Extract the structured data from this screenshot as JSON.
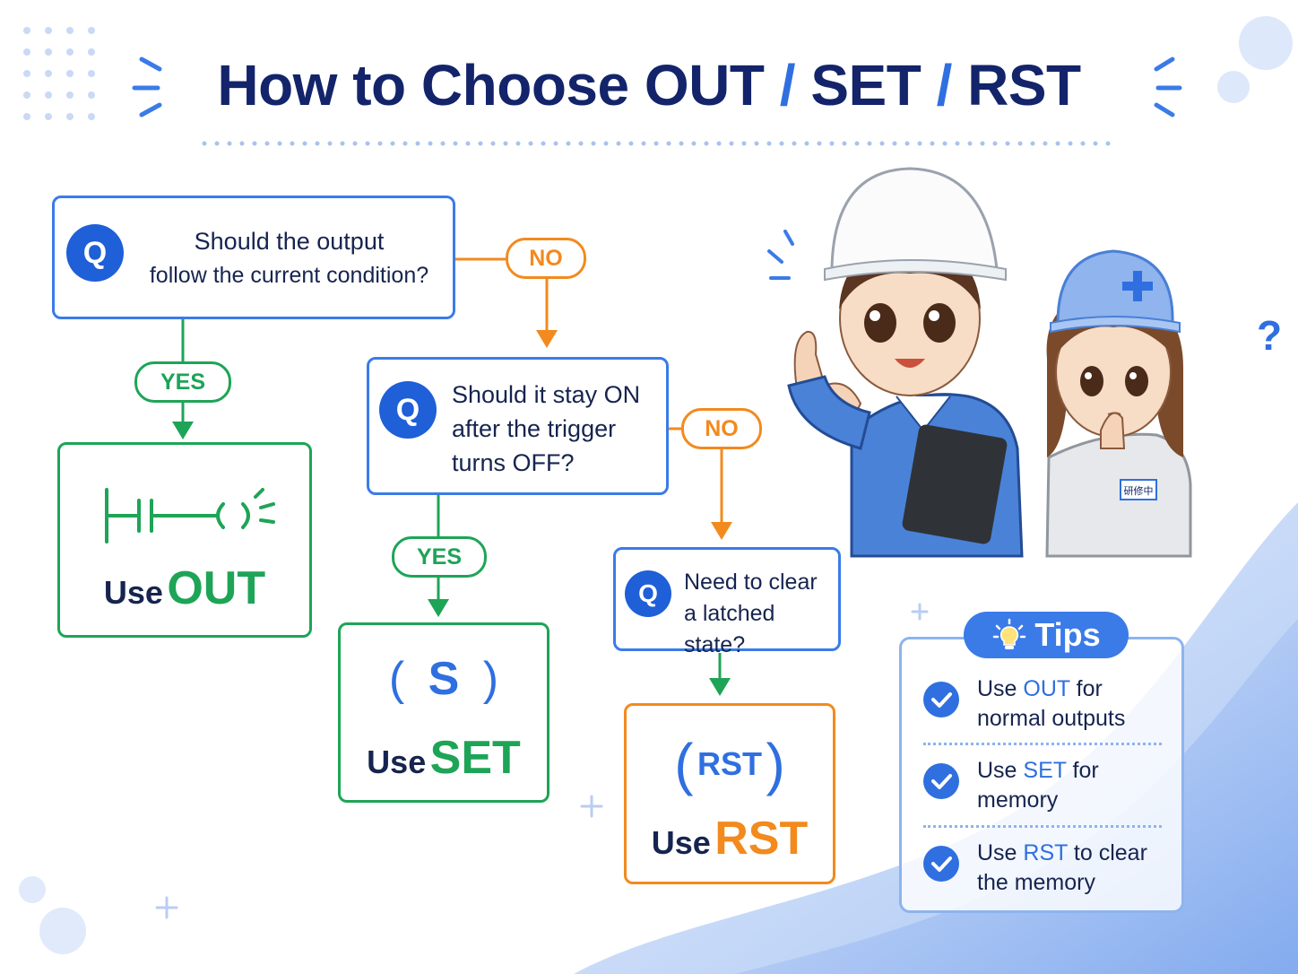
{
  "title": {
    "part1": "How to Choose OUT",
    "sep1": "/",
    "part2": "SET",
    "sep2": "/",
    "part3": "RST"
  },
  "q1": {
    "icon": "Q",
    "line1": "Should the output",
    "line2": "follow the current condition?"
  },
  "q2": {
    "icon": "Q",
    "line1": "Should it stay ON",
    "line2": "after the trigger",
    "line3": "turns OFF?"
  },
  "q3": {
    "icon": "Q",
    "line1": "Need to clear",
    "line2": "a latched state?"
  },
  "labels": {
    "yes1": "YES",
    "no1": "NO",
    "yes2": "YES",
    "no2": "NO"
  },
  "answers": {
    "out": {
      "use": "Use",
      "cmd": "OUT"
    },
    "set": {
      "symbol": "S",
      "use": "Use",
      "cmd": "SET"
    },
    "rst": {
      "symbol": "RST",
      "use": "Use",
      "cmd": "RST"
    }
  },
  "tips": {
    "header": "Tips",
    "items": [
      {
        "pre": "Use ",
        "key": "OUT",
        "mid": " for",
        "line2": "normal outputs"
      },
      {
        "pre": "Use ",
        "key": "SET",
        "mid": " for",
        "line2": "memory"
      },
      {
        "pre": "Use ",
        "key": "RST",
        "mid": " to clear",
        "line2": "the memory"
      }
    ]
  },
  "illustration": {
    "badge": "研修中",
    "question_mark": "?"
  },
  "colors": {
    "blue": "#2f6fe0",
    "green": "#1ea457",
    "orange": "#f28a1e",
    "navy": "#13246b"
  }
}
